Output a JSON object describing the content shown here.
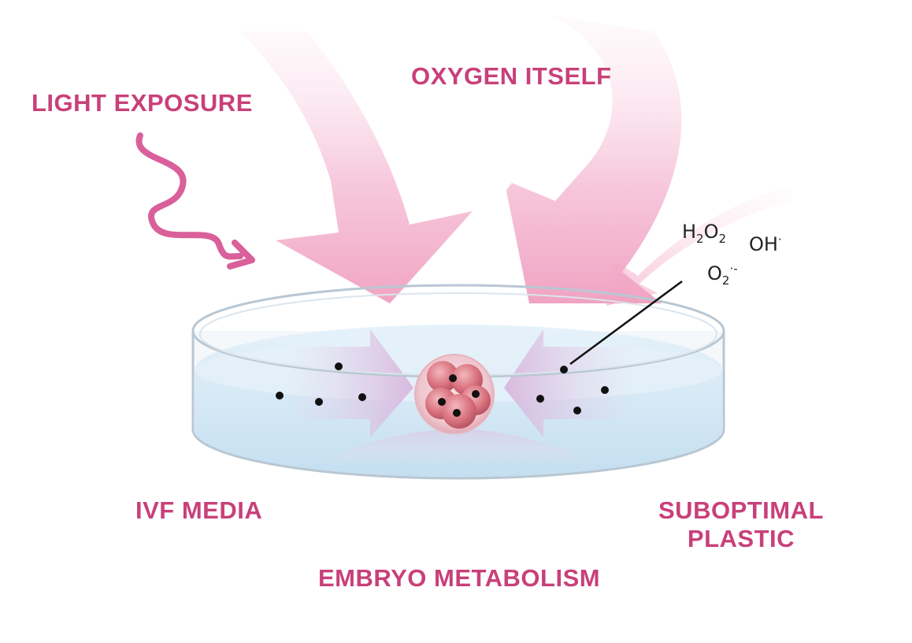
{
  "labels": {
    "light_exposure": "LIGHT EXPOSURE",
    "oxygen_itself": "OXYGEN ITSELF",
    "ivf_media": "IVF MEDIA",
    "suboptimal_plastic_line1": "SUBOPTIMAL",
    "suboptimal_plastic_line2": "PLASTIC",
    "embryo_metabolism": "EMBRYO METABOLISM"
  },
  "chemicals": {
    "h2o2": {
      "base1": "H",
      "sub1": "2",
      "base2": "O",
      "sub2": "2"
    },
    "oh": {
      "base": "OH",
      "sup": "·"
    },
    "superoxide": {
      "base": "O",
      "sub": "2",
      "sup": "·-"
    }
  },
  "colors": {
    "label": "#c8407a",
    "arrow_pink": "#f0a3c2",
    "wave_arrow": "#d9609a",
    "dish_rim": "#b9c7d3",
    "medium": "#cfe6f5",
    "embryo": "#d9737f",
    "ros_dot": "#111111"
  },
  "icons": {
    "light": "wavy-arrow-icon",
    "oxygen": "large-curved-arrow-icon",
    "embryo": "embryo-cell-cluster-icon"
  }
}
